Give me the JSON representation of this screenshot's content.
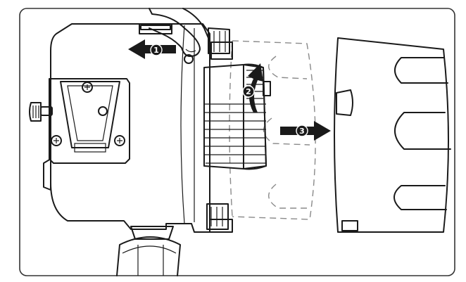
{
  "steps": [
    {
      "number": "1",
      "action": "press-latch"
    },
    {
      "number": "2",
      "action": "rotate"
    },
    {
      "number": "3",
      "action": "pull-off"
    }
  ],
  "colors": {
    "frame": "#333333",
    "line": "#1a1a1a",
    "dashed": "#8a8a8a",
    "arrow": "#1a1a1a",
    "background": "#ffffff"
  }
}
